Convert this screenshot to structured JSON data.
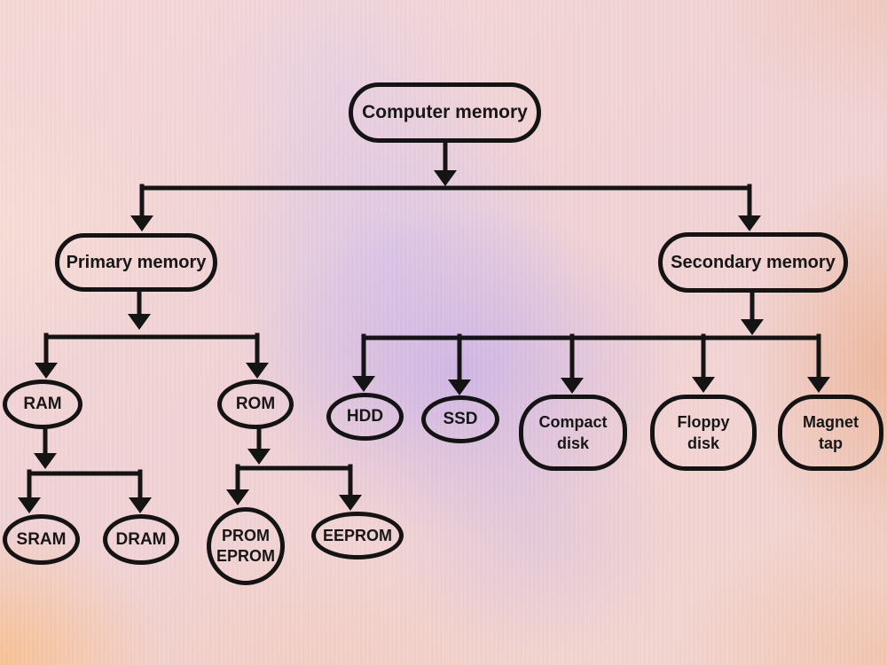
{
  "diagram": {
    "topic": "Computer memory",
    "type": "tree-flowchart"
  },
  "nodes": {
    "computer_memory": {
      "label": "Computer memory"
    },
    "primary_memory": {
      "label": "Primary memory"
    },
    "secondary_memory": {
      "label": "Secondary memory"
    },
    "ram": {
      "label": "RAM"
    },
    "rom": {
      "label": "ROM"
    },
    "sram": {
      "label": "SRAM"
    },
    "dram": {
      "label": "DRAM"
    },
    "prom_eprom": {
      "line1": "PROM",
      "line2": "EPROM"
    },
    "eeprom": {
      "label": "EEPROM"
    },
    "hdd": {
      "label": "HDD"
    },
    "ssd": {
      "label": "SSD"
    },
    "compact_disk": {
      "line1": "Compact",
      "line2": "disk"
    },
    "floppy_disk": {
      "line1": "Floppy",
      "line2": "disk"
    },
    "magnet_tap": {
      "line1": "Magnet",
      "line2": "tap"
    }
  },
  "edges": [
    {
      "from": "Computer memory",
      "to": "Primary memory"
    },
    {
      "from": "Computer memory",
      "to": "Secondary memory"
    },
    {
      "from": "Primary memory",
      "to": "RAM"
    },
    {
      "from": "Primary memory",
      "to": "ROM"
    },
    {
      "from": "RAM",
      "to": "SRAM"
    },
    {
      "from": "RAM",
      "to": "DRAM"
    },
    {
      "from": "ROM",
      "to": "PROM EPROM"
    },
    {
      "from": "ROM",
      "to": "EEPROM"
    },
    {
      "from": "Secondary memory",
      "to": "HDD"
    },
    {
      "from": "Secondary memory",
      "to": "SSD"
    },
    {
      "from": "Secondary memory",
      "to": "Compact disk"
    },
    {
      "from": "Secondary memory",
      "to": "Floppy disk"
    },
    {
      "from": "Secondary memory",
      "to": "Magnet tap"
    }
  ],
  "colors": {
    "line": "#141414",
    "node_border": "#141414",
    "text": "#171717",
    "background_pink": "#f2d5d3",
    "background_purple": "#ceb6e6",
    "background_orange": "#f0c0a0"
  }
}
